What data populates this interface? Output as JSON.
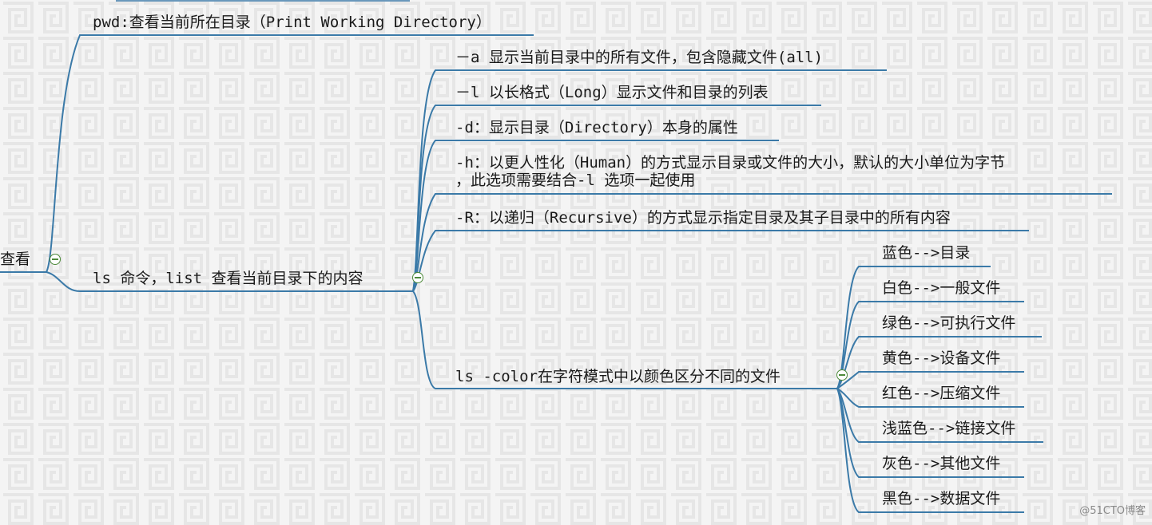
{
  "colors": {
    "line": "#3b7aa8",
    "toggle": "#4d8a3a",
    "background": "#f4f4f4"
  },
  "root": {
    "label": "查看"
  },
  "pwd": {
    "label": "pwd:查看当前所在目录（Print Working Directory）"
  },
  "ls": {
    "label": "ls 命令，list 查看当前目录下的内容",
    "options": {
      "a": "－a 显示当前目录中的所有文件，包含隐藏文件(all)",
      "l": "－l 以长格式（Long）显示文件和目录的列表",
      "d": "-d：显示目录（Directory）本身的属性",
      "h_line1": "-h：以更人性化（Human）的方式显示目录或文件的大小，默认的大小单位为字节",
      "h_line2": "，此选项需要结合-l 选项一起使用",
      "R": "-R：以递归（Recursive）的方式显示指定目录及其子目录中的所有内容"
    },
    "color": {
      "label": "ls -color在字符模式中以颜色区分不同的文件",
      "items": [
        "蓝色-->目录",
        "白色-->一般文件",
        "绿色-->可执行文件",
        "黄色-->设备文件",
        "红色-->压缩文件",
        "浅蓝色-->链接文件",
        "灰色-->其他文件",
        "黑色-->数据文件"
      ]
    }
  },
  "icons": {
    "collapse": "minus-circle-icon"
  },
  "watermark": "@51CTO博客"
}
